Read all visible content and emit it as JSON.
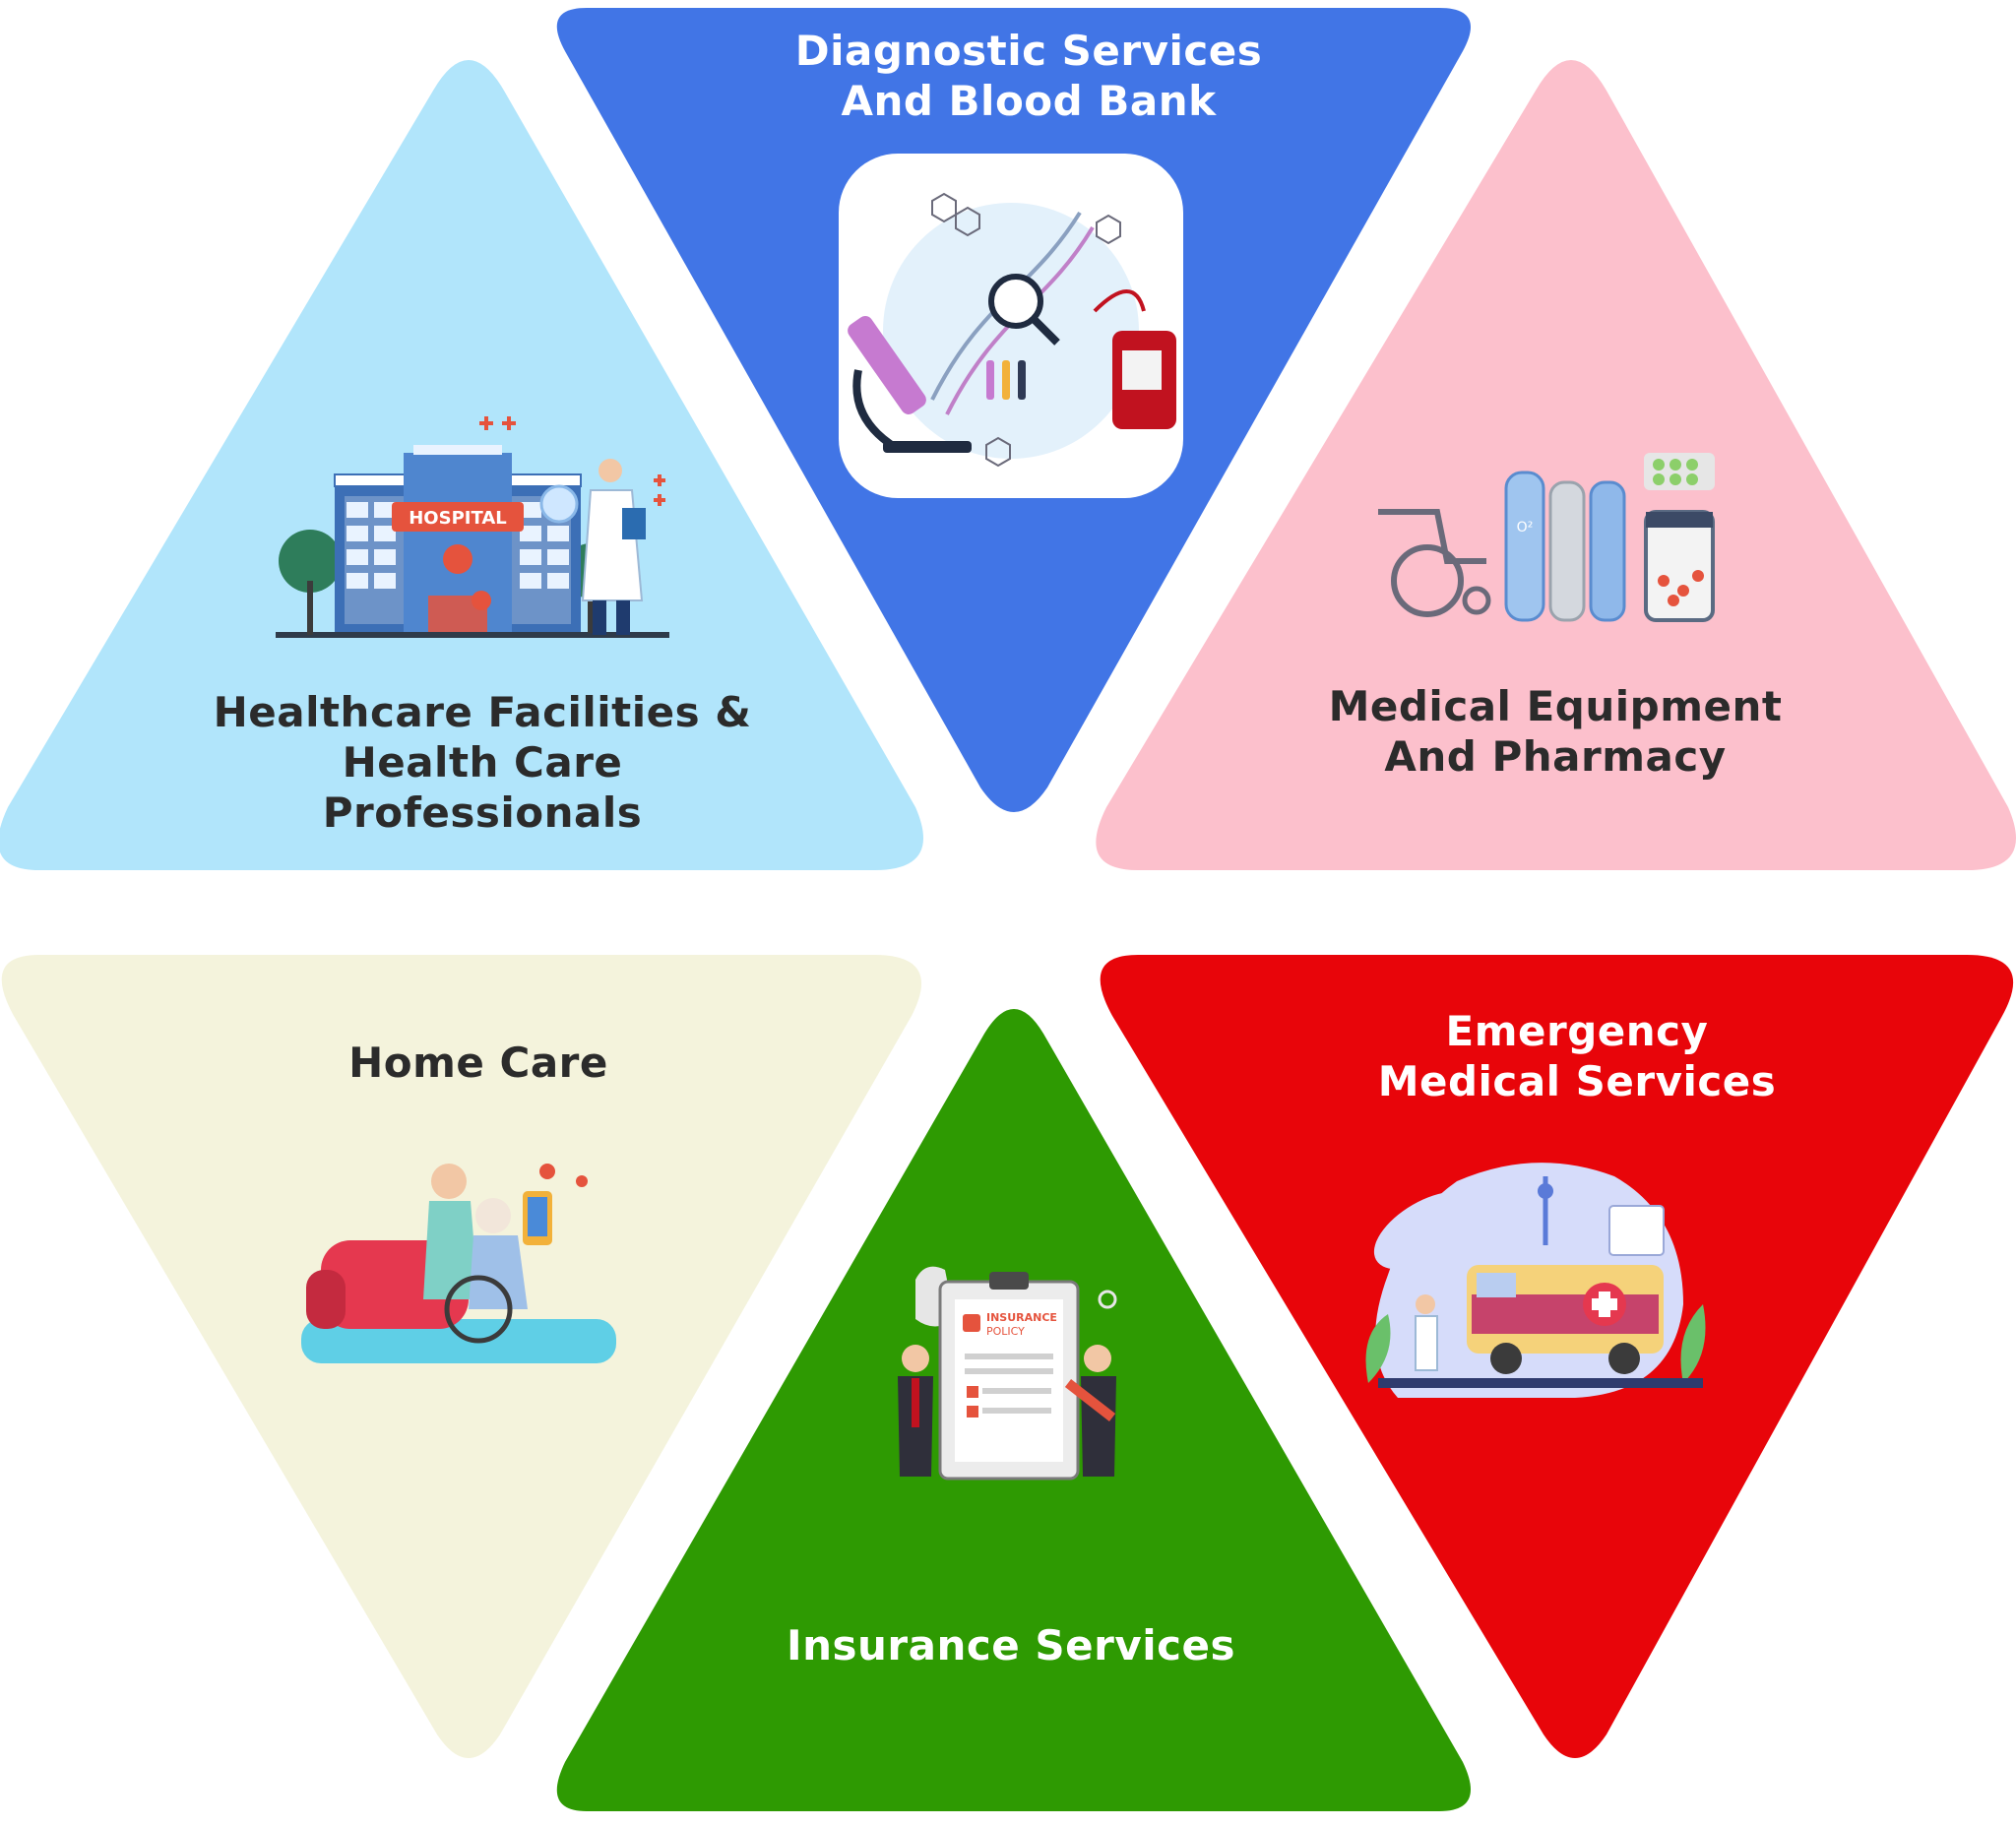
{
  "colors": {
    "background": "#ffffff",
    "healthcare": "#b1e5fb",
    "diagnostic": "#4175e6",
    "equipment": "#fcc0cc",
    "homecare": "#f4f3dc",
    "insurance": "#2e9a02",
    "emergency": "#e8050a",
    "dark_text": "#2b2b2b",
    "light_text": "#ffffff"
  },
  "segments": {
    "healthcare": {
      "lines": [
        "Healthcare Facilities &",
        "Health Care",
        "Professionals"
      ],
      "icon": "hospital-doctor-illustration",
      "sign": "HOSPITAL"
    },
    "diagnostic": {
      "lines": [
        "Diagnostic Services",
        "And Blood Bank"
      ],
      "icon": "microscope-dna-blood-bag-illustration"
    },
    "equipment": {
      "lines": [
        "Medical Equipment",
        "And Pharmacy"
      ],
      "icon": "wheelchair-oxygen-cylinders-pills-illustration",
      "cylinder_mark": "O²"
    },
    "homecare": {
      "lines": [
        "Home Care"
      ],
      "icon": "nurse-wheelchair-patient-illustration"
    },
    "insurance": {
      "lines": [
        "Insurance Services"
      ],
      "icon": "insurance-policy-clipboard-illustration",
      "policy_title": "INSURANCE",
      "policy_sub": "POLICY"
    },
    "emergency": {
      "lines": [
        "Emergency",
        "Medical Services"
      ],
      "icon": "ambulance-paramedics-illustration"
    }
  }
}
